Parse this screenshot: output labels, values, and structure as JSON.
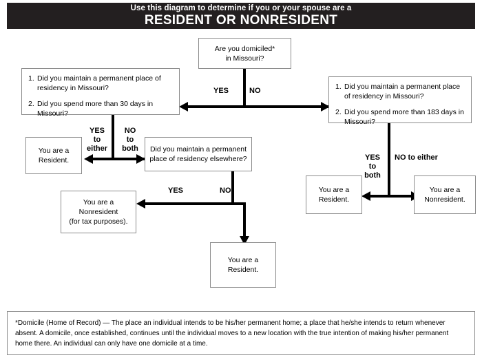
{
  "banner": {
    "line1": "Use this diagram to determine if you or your spouse are a",
    "line2": "RESIDENT OR NONRESIDENT",
    "bg_color": "#231f20",
    "text_color": "#ffffff"
  },
  "nodes": {
    "domiciled": {
      "text_line1": "Are you domiciled*",
      "text_line2": "in Missouri?"
    },
    "left_questions": {
      "item1_num": "1.",
      "item1_text": "Did you maintain a permanent place of residency in Missouri?",
      "item2_num": "2.",
      "item2_text": "Did you spend more than 30 days in Missouri?"
    },
    "right_questions": {
      "item1_num": "1.",
      "item1_text": "Did you maintain a permanent place of residency in Missouri?",
      "item2_num": "2.",
      "item2_text": "Did you spend more than 183 days in Missouri?"
    },
    "left_resident": {
      "line1": "You are a",
      "line2": "Resident."
    },
    "elsewhere": {
      "line1": "Did you maintain a permanent",
      "line2": "place of residency elsewhere?"
    },
    "nonresident_tax": {
      "line1": "You are a",
      "line2": "Nonresident",
      "line3": "(for tax purposes)."
    },
    "bottom_resident": {
      "line1": "You are a",
      "line2": "Resident."
    },
    "right_resident": {
      "line1": "You are a",
      "line2": "Resident."
    },
    "right_nonresident": {
      "line1": "You are a",
      "line2": "Nonresident."
    }
  },
  "edge_labels": {
    "top_yes": "YES",
    "top_no": "NO",
    "left_yes_1": "YES",
    "left_yes_2": "to",
    "left_yes_3": "either",
    "left_no_1": "NO",
    "left_no_2": "to",
    "left_no_3": "both",
    "mid_yes": "YES",
    "mid_no": "NO",
    "right_yes_1": "YES",
    "right_yes_2": "to",
    "right_yes_3": "both",
    "right_no": "NO to either"
  },
  "footnote": {
    "text": "*Domicile (Home of Record) — The place an individual intends to be his/her permanent home; a place that he/she intends to return whenever absent.  A domicile, once established, continues until the individual moves to a new location with the true intention of making his/her permanent home there.  An individual can only have one domicile at a time."
  }
}
